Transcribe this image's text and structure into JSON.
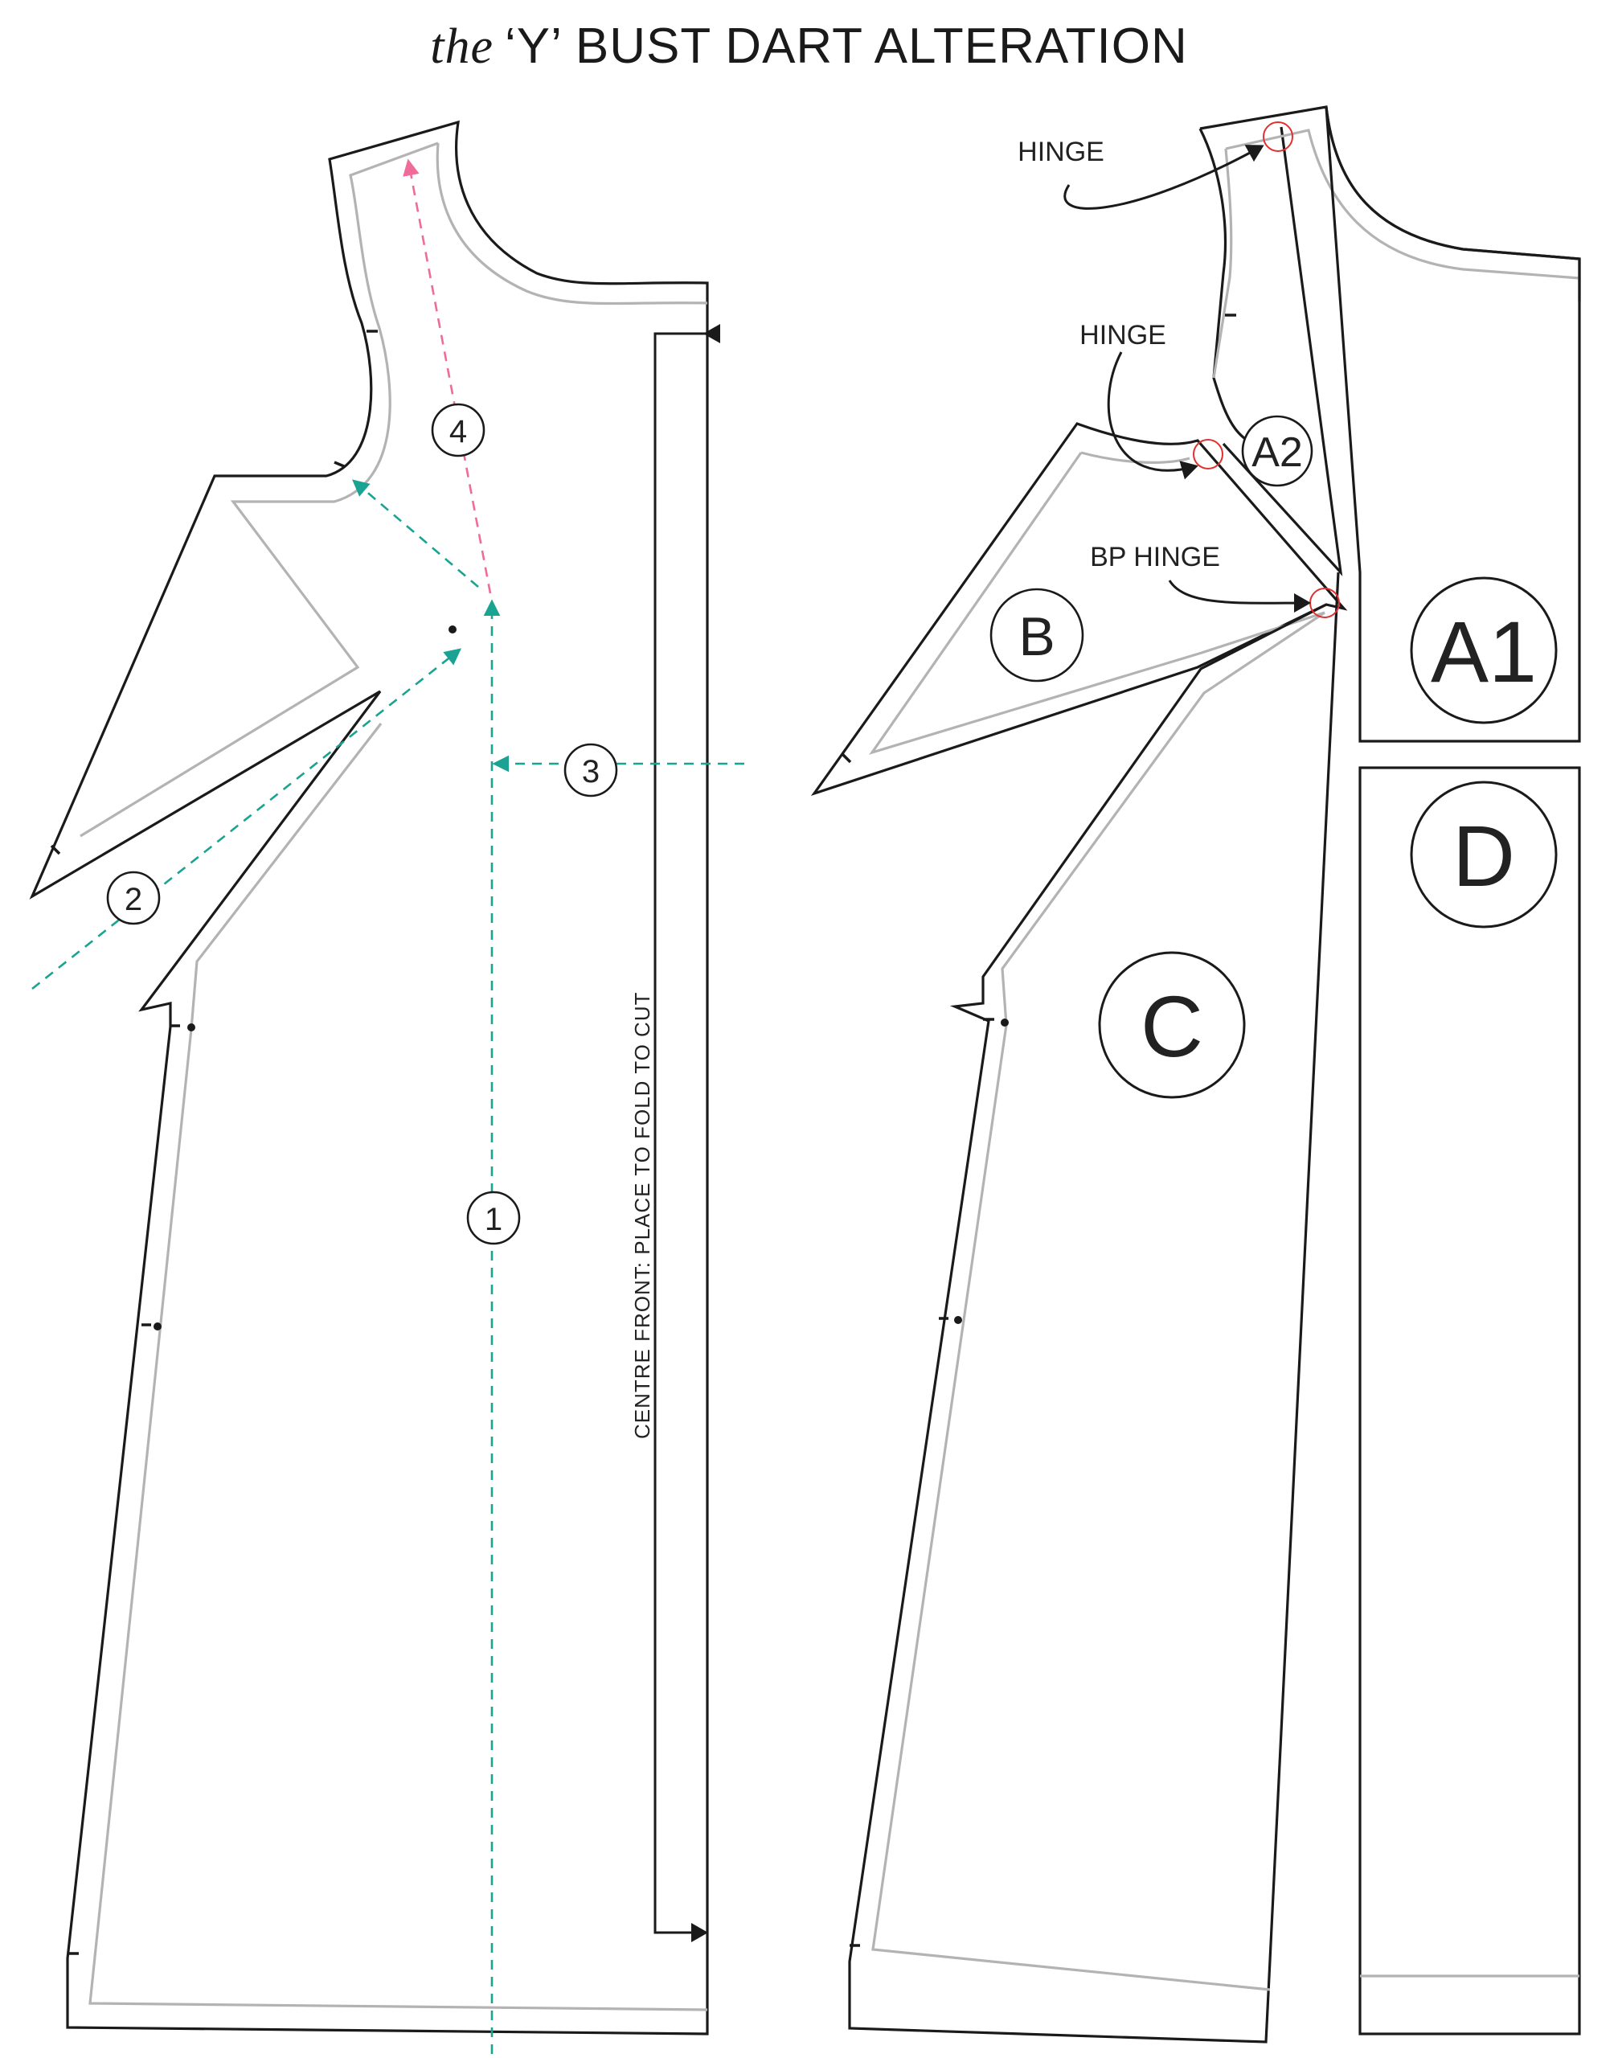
{
  "title": {
    "prefix": "the",
    "main": "‘Y’ BUST DART ALTERATION"
  },
  "left_piece": {
    "grainline_label": "CENTRE FRONT: PLACE TO FOLD TO CUT",
    "steps": [
      "1",
      "2",
      "3",
      "4"
    ]
  },
  "right_piece": {
    "pieces": [
      "A1",
      "A2",
      "B",
      "C",
      "D"
    ],
    "hinge_labels": [
      "HINGE",
      "HINGE",
      "BP HINGE"
    ]
  },
  "colors": {
    "outline": "#1a1a1a",
    "seam_allowance": "#b3b3b3",
    "teal_guide": "#1aa392",
    "pink_guide": "#ee6b9a",
    "hinge_marker": "#e03030"
  }
}
